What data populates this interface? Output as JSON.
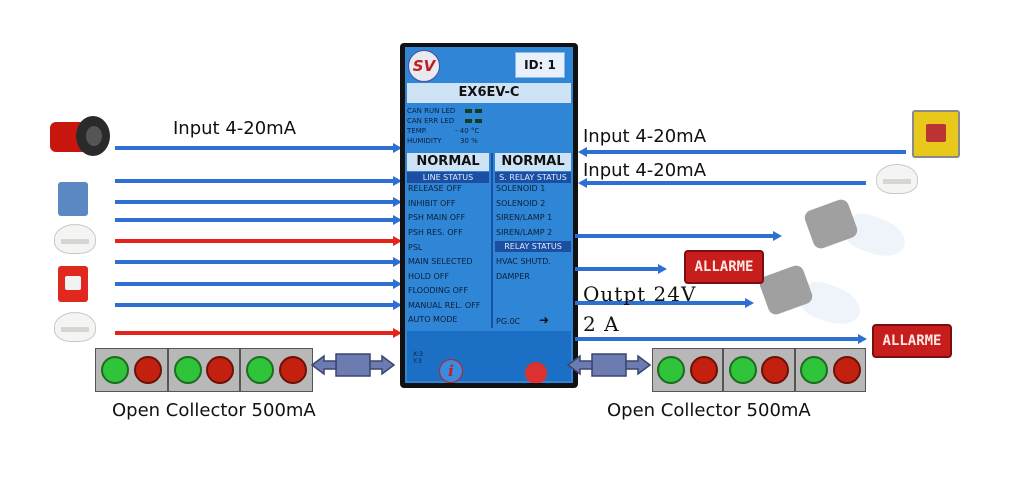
{
  "panel": {
    "logo": "SV",
    "id": "ID: 1",
    "model": "EX6EV-C",
    "info": [
      {
        "label": "CAN RUN LED",
        "value": ""
      },
      {
        "label": "CAN ERR LED",
        "value": ""
      },
      {
        "label": "TEMP.",
        "value": "- 40 °C"
      },
      {
        "label": "HUMIDITY",
        "value": "30 %"
      }
    ],
    "left_header": "NORMAL",
    "left_sub": "LINE STATUS",
    "left_items": [
      "RELEASE OFF",
      "INHIBIT OFF",
      "PSH MAIN OFF",
      "PSH RES. OFF",
      "PSL",
      "MAIN SELECTED",
      "HOLD OFF",
      "FLOODING OFF",
      "MANUAL REL. OFF",
      "AUTO MODE"
    ],
    "right_header": "NORMAL",
    "right_sub": "S. RELAY STATUS",
    "right_items": [
      "SOLENOID 1",
      "SOLENOID 2",
      "SIREN/LAMP 1",
      "SIREN/LAMP 2"
    ],
    "relay_sub": "RELAY STATUS",
    "relay_items": [
      "HVAC SHUTD.",
      "DAMPER"
    ],
    "page": "PG.0C",
    "page_arrow": "➜",
    "xy": "X:3\nY:3",
    "info_button": "i"
  },
  "labels": {
    "input_left": "Input 4-20mA",
    "input_right_1": "Input 4-20mA",
    "input_right_2": "Input 4-20mA",
    "output": "Outpt 24V",
    "output_2": "2 A",
    "oc_left": "Open Collector 500mA",
    "oc_right": "Open Collector 500mA",
    "alarm_1": "ALLARME",
    "alarm_2": "ALLARME"
  },
  "colors": {
    "blue_line": "#2d6fd2",
    "red_line": "#e5221c",
    "screen": "#2f86d6",
    "led_green": "#2fc43a",
    "led_red": "#c4200f"
  },
  "icons": [
    "flame-detector-icon",
    "smoke-detector-icon",
    "manual-call-point-icon",
    "siren-strobe-icon",
    "alarm-sign-icon",
    "bidirectional-arrow-icon"
  ]
}
